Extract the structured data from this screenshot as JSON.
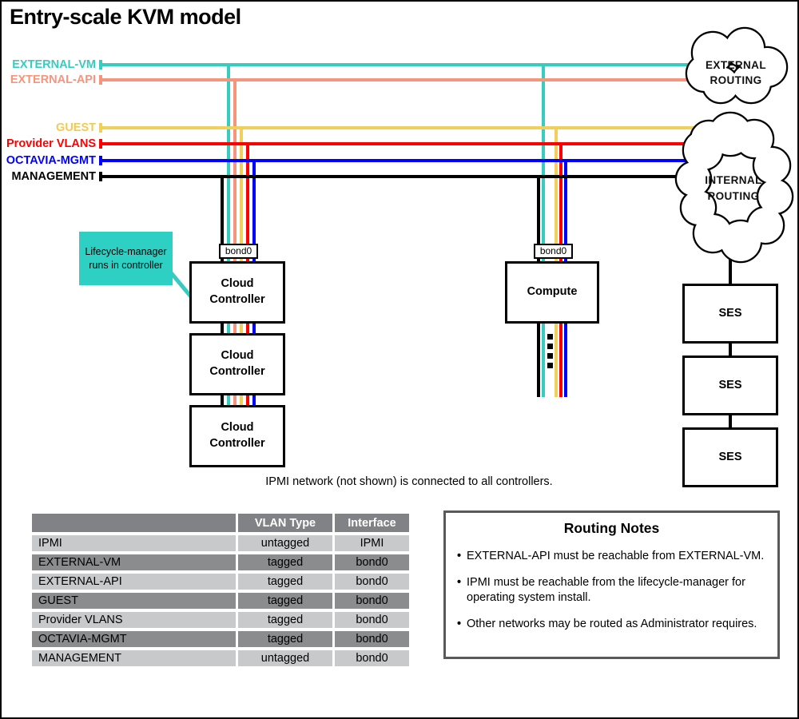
{
  "title": "Entry-scale KVM model",
  "colors": {
    "teal": "#38CBC0",
    "salmon": "#F7947C",
    "gold": "#F0CF5B",
    "red": "#FF0000",
    "blue": "#0000FF",
    "black": "#000000",
    "callout_bg": "#2FD0C4",
    "table_header_bg": "#808285",
    "table_row_dark_bg": "#8A8C8E",
    "table_row_light_bg": "#C8C9CB",
    "notes_border": "#58595B"
  },
  "networks": [
    {
      "name": "EXTERNAL-VM"
    },
    {
      "name": "EXTERNAL-API"
    },
    {
      "name": "GUEST"
    },
    {
      "name": "Provider VLANS"
    },
    {
      "name": "OCTAVIA-MGMT"
    },
    {
      "name": "MANAGEMENT"
    }
  ],
  "clouds": {
    "external": {
      "line1": "EXTERNAL",
      "line2": "ROUTING"
    },
    "internal": {
      "line1": "INTERNAL",
      "line2": "ROUTING"
    }
  },
  "nodes": {
    "bond_label": "bond0",
    "controller_label": "Cloud Controller",
    "compute_label": "Compute",
    "ses_label": "SES"
  },
  "callout": {
    "line1": "Lifecycle-manager",
    "line2": "runs in controller"
  },
  "note": "IPMI network (not shown) is connected to all controllers.",
  "table": {
    "headers": [
      "",
      "VLAN Type",
      "Interface"
    ],
    "rows": [
      {
        "network": "IPMI",
        "vlan_type": "untagged",
        "interface": "IPMI"
      },
      {
        "network": "EXTERNAL-VM",
        "vlan_type": "tagged",
        "interface": "bond0"
      },
      {
        "network": "EXTERNAL-API",
        "vlan_type": "tagged",
        "interface": "bond0"
      },
      {
        "network": "GUEST",
        "vlan_type": "tagged",
        "interface": "bond0"
      },
      {
        "network": "Provider VLANS",
        "vlan_type": "tagged",
        "interface": "bond0"
      },
      {
        "network": "OCTAVIA-MGMT",
        "vlan_type": "tagged",
        "interface": "bond0"
      },
      {
        "network": "MANAGEMENT",
        "vlan_type": "untagged",
        "interface": "bond0"
      }
    ]
  },
  "routing_notes": {
    "title": "Routing Notes",
    "bullets": [
      "EXTERNAL-API must be reachable from EXTERNAL-VM.",
      "IPMI must be reachable from the lifecycle-manager for operating system install.",
      "Other networks may be routed as Administrator requires."
    ]
  }
}
